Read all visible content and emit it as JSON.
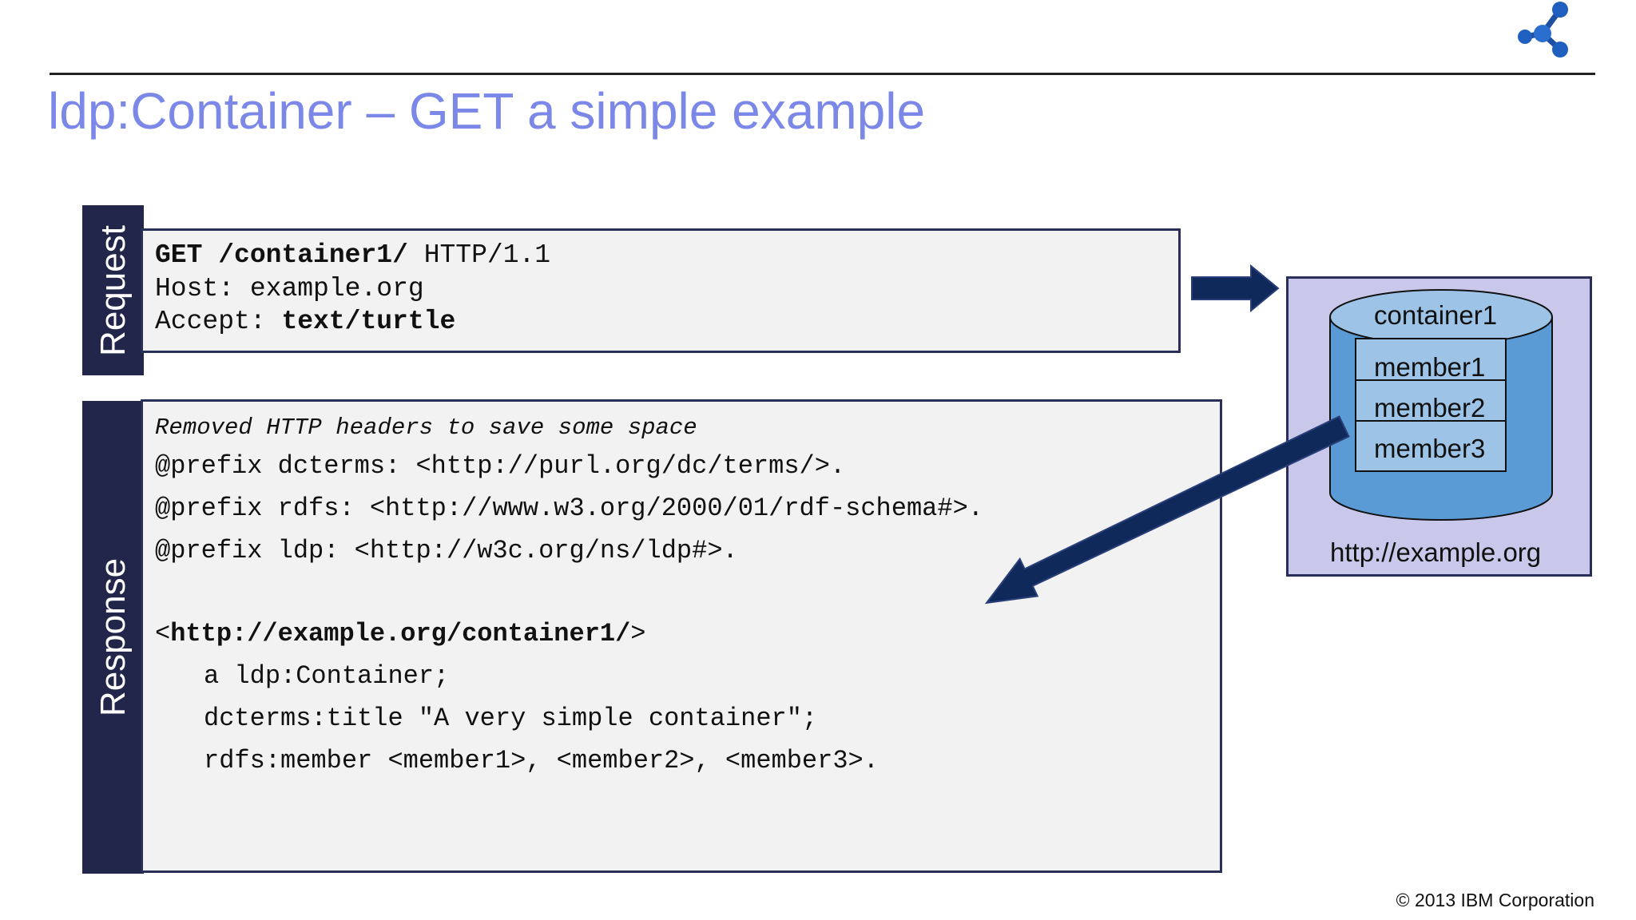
{
  "title": "ldp:Container – GET a simple example",
  "request": {
    "label": "Request",
    "line1": {
      "method": "GET",
      "path": "/container1/",
      "protocol": "HTTP/1.1"
    },
    "line2": {
      "key": "Host:",
      "value": "example.org"
    },
    "line3": {
      "key": "Accept:",
      "value": "text/turtle"
    }
  },
  "response": {
    "label": "Response",
    "note": "Removed HTTP headers to save some space",
    "prefix1": "@prefix dcterms: <http://purl.org/dc/terms/>.",
    "prefix2": "@prefix rdfs: <http://www.w3.org/2000/01/rdf-schema#>.",
    "prefix3": "@prefix ldp: <http://w3c.org/ns/ldp#>.",
    "subject_open": "<",
    "subject_uri": "http://example.org/container1/",
    "subject_close": ">",
    "type_line": "a ldp:Container;",
    "title_line": "dcterms:title \"A very simple container\";",
    "member_line": "rdfs:member <member1>, <member2>, <member3>."
  },
  "diagram": {
    "container_label": "container1",
    "members": [
      "member1",
      "member2",
      "member3"
    ],
    "host_label": "http://example.org"
  },
  "footer": {
    "copyright": "© 2013 IBM Corporation"
  },
  "colors": {
    "title": "#7b88e8",
    "sidebar": "#22264a",
    "arrow": "#0f2a5a",
    "cylinder": "#5b9bd5",
    "panel": "#c9c8ea"
  }
}
